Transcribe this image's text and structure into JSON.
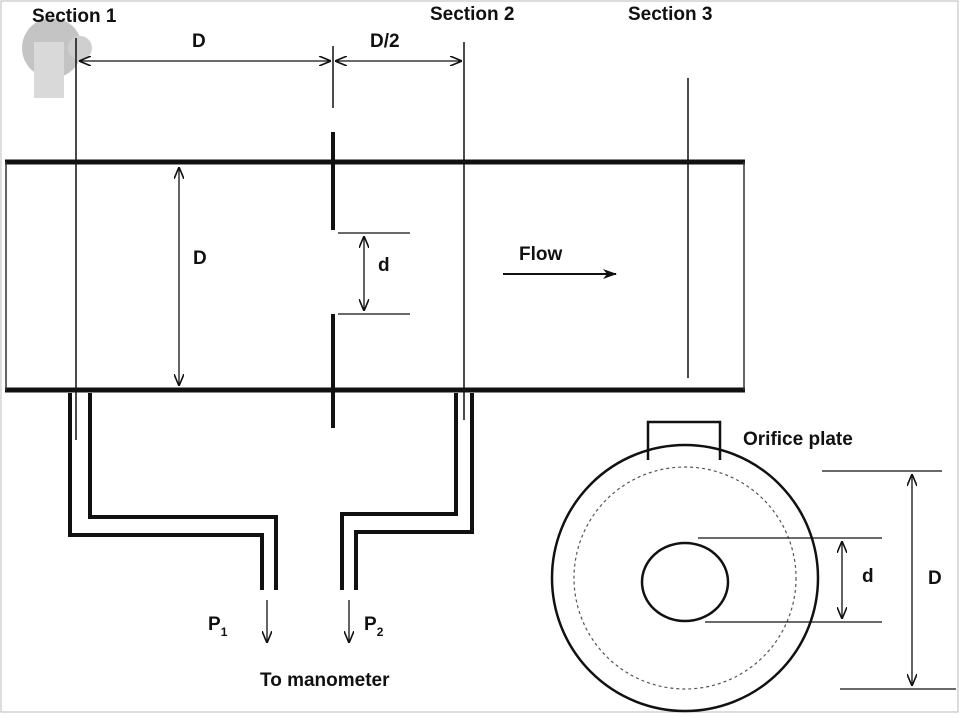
{
  "labels": {
    "section1": "Section 1",
    "section2": "Section 2",
    "section3": "Section 3",
    "dim_D_top": "D",
    "dim_D_half": "D/2",
    "dim_D_pipe": "D",
    "dim_d_orifice": "d",
    "flow": "Flow",
    "p1": "P",
    "p1_sub": "1",
    "p2": "P",
    "p2_sub": "2",
    "to_manometer": "To manometer",
    "orifice_plate": "Orifice plate",
    "dim_d_plate": "d",
    "dim_D_plate": "D"
  },
  "colors": {
    "line": "#111111",
    "dashed_circle": "#555555",
    "watermark": "#c8c8c8"
  }
}
